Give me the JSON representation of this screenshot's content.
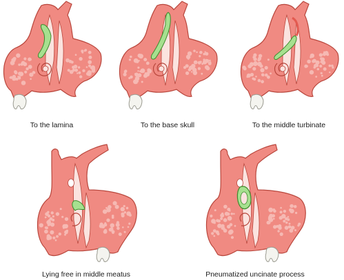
{
  "figure": {
    "colors": {
      "tissue": "#f08a82",
      "tissue_outline": "#b8463c",
      "cells": "#f6b9b3",
      "uncinate": "#a6e08f",
      "uncinate_outline": "#3c8a2c",
      "air": "#fbe3df",
      "tooth": "#f4f4ef",
      "tooth_outline": "#9a9a90"
    },
    "panels": [
      {
        "caption": "To the lamina",
        "variant": "lamina"
      },
      {
        "caption": "To the base skull",
        "variant": "skull-base"
      },
      {
        "caption": "To the middle turbinate",
        "variant": "middle-turbinate"
      },
      {
        "caption": "Lying free in middle meatus",
        "variant": "free"
      },
      {
        "caption": "Pneumatized uncinate process",
        "variant": "pneumatized"
      }
    ]
  }
}
